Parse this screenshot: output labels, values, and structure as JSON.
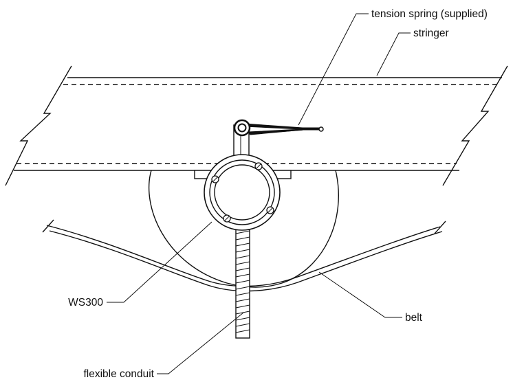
{
  "labels": {
    "tension_spring": "tension spring (supplied)",
    "stringer": "stringer",
    "ws300": "WS300",
    "belt": "belt",
    "flexible_conduit": "flexible conduit"
  }
}
